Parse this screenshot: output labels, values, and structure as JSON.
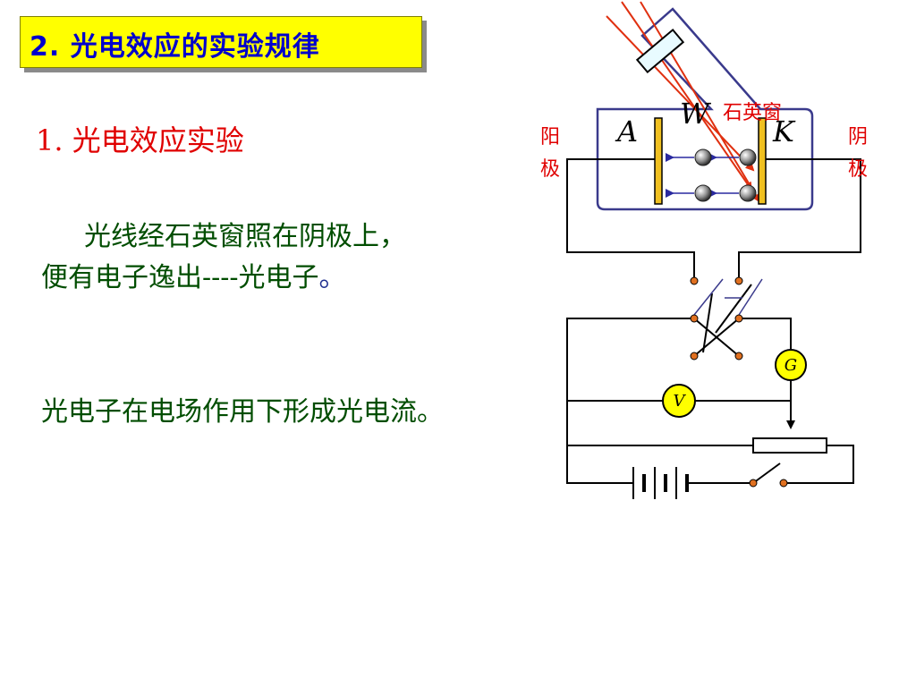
{
  "slide": {
    "title": "2. 光电效应的实验规律",
    "subheading": "1.  光电效应实验",
    "paragraph1_line1": "光线经石英窗照在阴极上，",
    "paragraph1_line2": "便有电子逸出----光电子",
    "paragraph1_end": "。",
    "paragraph2": "光电子在电场作用下形成光电流。"
  },
  "diagram": {
    "window_letter": "W",
    "window_label": "石英窗",
    "anode_letter": "A",
    "cathode_letter": "K",
    "anode_label_1": "阳",
    "anode_label_2": "极",
    "cathode_label_1": "阴",
    "cathode_label_2": "极",
    "galvanometer": "G",
    "voltmeter": "V"
  },
  "colors": {
    "title_bg": "#ffff00",
    "title_text": "#0000cc",
    "heading": "#e00000",
    "body_text": "#004d00",
    "tube_outline": "#3a3a8c",
    "light_ray": "#e03010",
    "plate": "#f0c020"
  }
}
